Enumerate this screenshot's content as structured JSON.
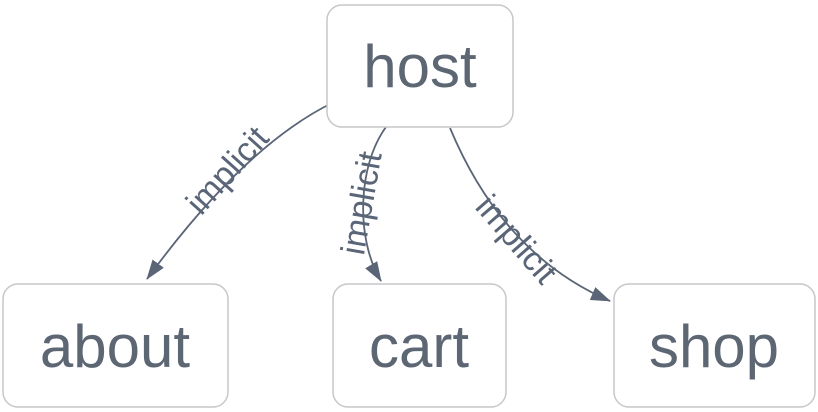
{
  "diagram": {
    "type": "graph",
    "background": "#ffffff",
    "nodes": [
      {
        "id": "host",
        "label": "host"
      },
      {
        "id": "about",
        "label": "about"
      },
      {
        "id": "cart",
        "label": "cart"
      },
      {
        "id": "shop",
        "label": "shop"
      }
    ],
    "edges": [
      {
        "from": "host",
        "to": "about",
        "label": "implicit"
      },
      {
        "from": "host",
        "to": "cart",
        "label": "implicit"
      },
      {
        "from": "host",
        "to": "shop",
        "label": "implicit"
      }
    ],
    "colors": {
      "node_fill": "#ffffff",
      "node_border": "#c5c7ca",
      "node_text": "#5d6673",
      "edge": "#5a6577",
      "edge_label": "#5a6577"
    }
  }
}
